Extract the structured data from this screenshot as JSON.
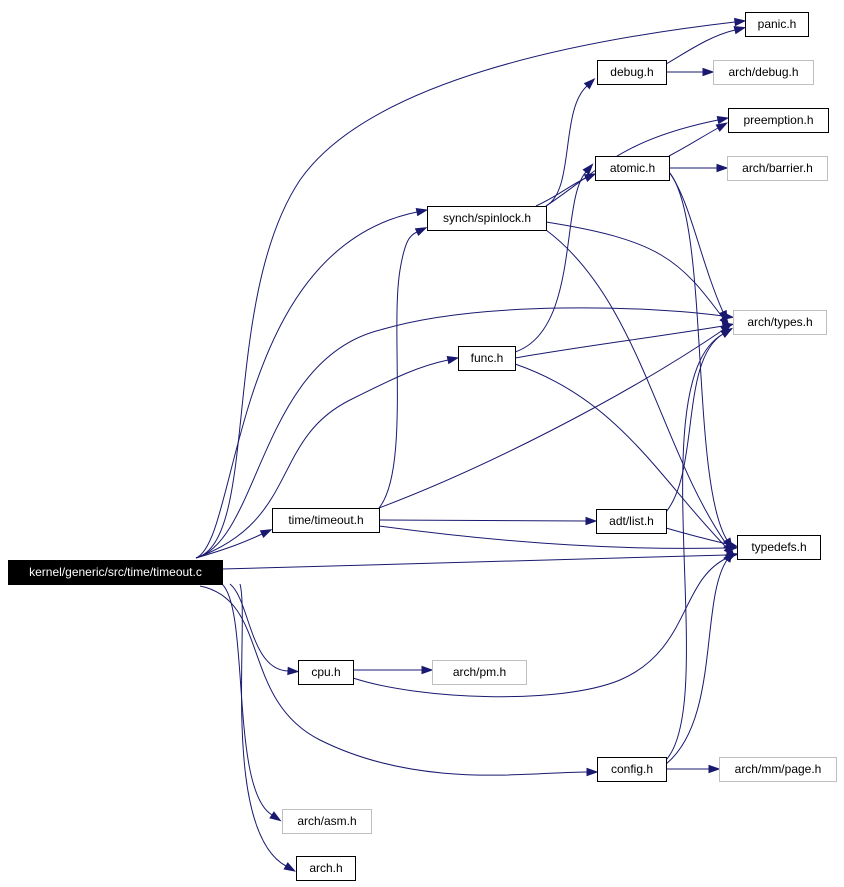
{
  "nodes": [
    {
      "id": "root",
      "label": "kernel/generic/src/time/timeout.c",
      "style": "root"
    },
    {
      "id": "panic",
      "label": "panic.h",
      "style": "normal"
    },
    {
      "id": "debug",
      "label": "debug.h",
      "style": "normal"
    },
    {
      "id": "arch_debug",
      "label": "arch/debug.h",
      "style": "gray"
    },
    {
      "id": "preemption",
      "label": "preemption.h",
      "style": "normal"
    },
    {
      "id": "atomic",
      "label": "atomic.h",
      "style": "normal"
    },
    {
      "id": "arch_barrier",
      "label": "arch/barrier.h",
      "style": "gray"
    },
    {
      "id": "spinlock",
      "label": "synch/spinlock.h",
      "style": "normal"
    },
    {
      "id": "arch_types",
      "label": "arch/types.h",
      "style": "gray"
    },
    {
      "id": "func",
      "label": "func.h",
      "style": "normal"
    },
    {
      "id": "time_timeout",
      "label": "time/timeout.h",
      "style": "normal"
    },
    {
      "id": "adt_list",
      "label": "adt/list.h",
      "style": "normal"
    },
    {
      "id": "typedefs",
      "label": "typedefs.h",
      "style": "normal"
    },
    {
      "id": "cpu",
      "label": "cpu.h",
      "style": "normal"
    },
    {
      "id": "arch_pm",
      "label": "arch/pm.h",
      "style": "gray"
    },
    {
      "id": "config",
      "label": "config.h",
      "style": "normal"
    },
    {
      "id": "arch_mm_page",
      "label": "arch/mm/page.h",
      "style": "gray"
    },
    {
      "id": "arch_asm",
      "label": "arch/asm.h",
      "style": "gray"
    },
    {
      "id": "arch",
      "label": "arch.h",
      "style": "normal"
    }
  ],
  "edges": [
    {
      "from": "root",
      "to": "panic"
    },
    {
      "from": "root",
      "to": "spinlock"
    },
    {
      "from": "root",
      "to": "arch_types"
    },
    {
      "from": "root",
      "to": "func"
    },
    {
      "from": "root",
      "to": "time_timeout"
    },
    {
      "from": "root",
      "to": "typedefs"
    },
    {
      "from": "root",
      "to": "cpu"
    },
    {
      "from": "root",
      "to": "config"
    },
    {
      "from": "root",
      "to": "arch_asm"
    },
    {
      "from": "root",
      "to": "arch"
    },
    {
      "from": "debug",
      "to": "panic"
    },
    {
      "from": "debug",
      "to": "arch_debug"
    },
    {
      "from": "spinlock",
      "to": "debug"
    },
    {
      "from": "spinlock",
      "to": "preemption"
    },
    {
      "from": "spinlock",
      "to": "atomic"
    },
    {
      "from": "spinlock",
      "to": "arch_types"
    },
    {
      "from": "spinlock",
      "to": "typedefs"
    },
    {
      "from": "atomic",
      "to": "preemption"
    },
    {
      "from": "atomic",
      "to": "arch_barrier"
    },
    {
      "from": "atomic",
      "to": "arch_types"
    },
    {
      "from": "atomic",
      "to": "typedefs"
    },
    {
      "from": "func",
      "to": "atomic"
    },
    {
      "from": "func",
      "to": "arch_types"
    },
    {
      "from": "func",
      "to": "typedefs"
    },
    {
      "from": "time_timeout",
      "to": "spinlock"
    },
    {
      "from": "time_timeout",
      "to": "arch_types"
    },
    {
      "from": "time_timeout",
      "to": "adt_list"
    },
    {
      "from": "time_timeout",
      "to": "typedefs"
    },
    {
      "from": "adt_list",
      "to": "arch_types"
    },
    {
      "from": "adt_list",
      "to": "typedefs"
    },
    {
      "from": "cpu",
      "to": "arch_pm"
    },
    {
      "from": "cpu",
      "to": "typedefs"
    },
    {
      "from": "config",
      "to": "arch_mm_page"
    },
    {
      "from": "config",
      "to": "arch_types"
    },
    {
      "from": "config",
      "to": "typedefs"
    }
  ]
}
